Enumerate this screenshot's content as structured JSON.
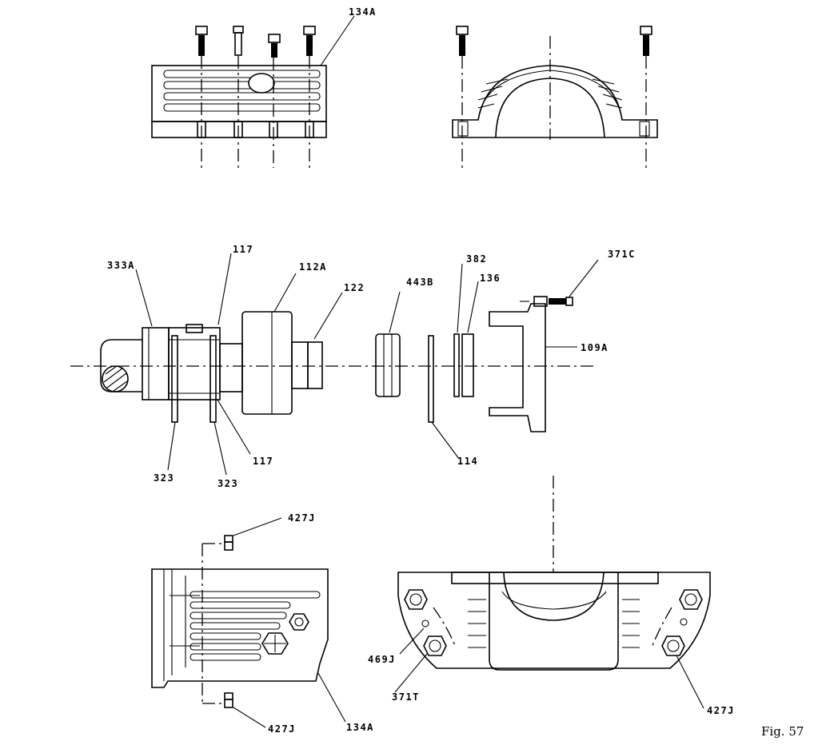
{
  "figure_label": "Fig. 57",
  "labels": {
    "134A_top": "134A",
    "333A": "333A",
    "117_top": "117",
    "112A": "112A",
    "122": "122",
    "443B": "443B",
    "382": "382",
    "136": "136",
    "371C": "371C",
    "109A": "109A",
    "323_left": "323",
    "323_right": "323",
    "117_bottom": "117",
    "114": "114",
    "427J_top": "427J",
    "469J": "469J",
    "371T": "371T",
    "427J_bottom_right": "427J",
    "427J_bottom_left": "427J",
    "134A_bottom": "134A"
  }
}
